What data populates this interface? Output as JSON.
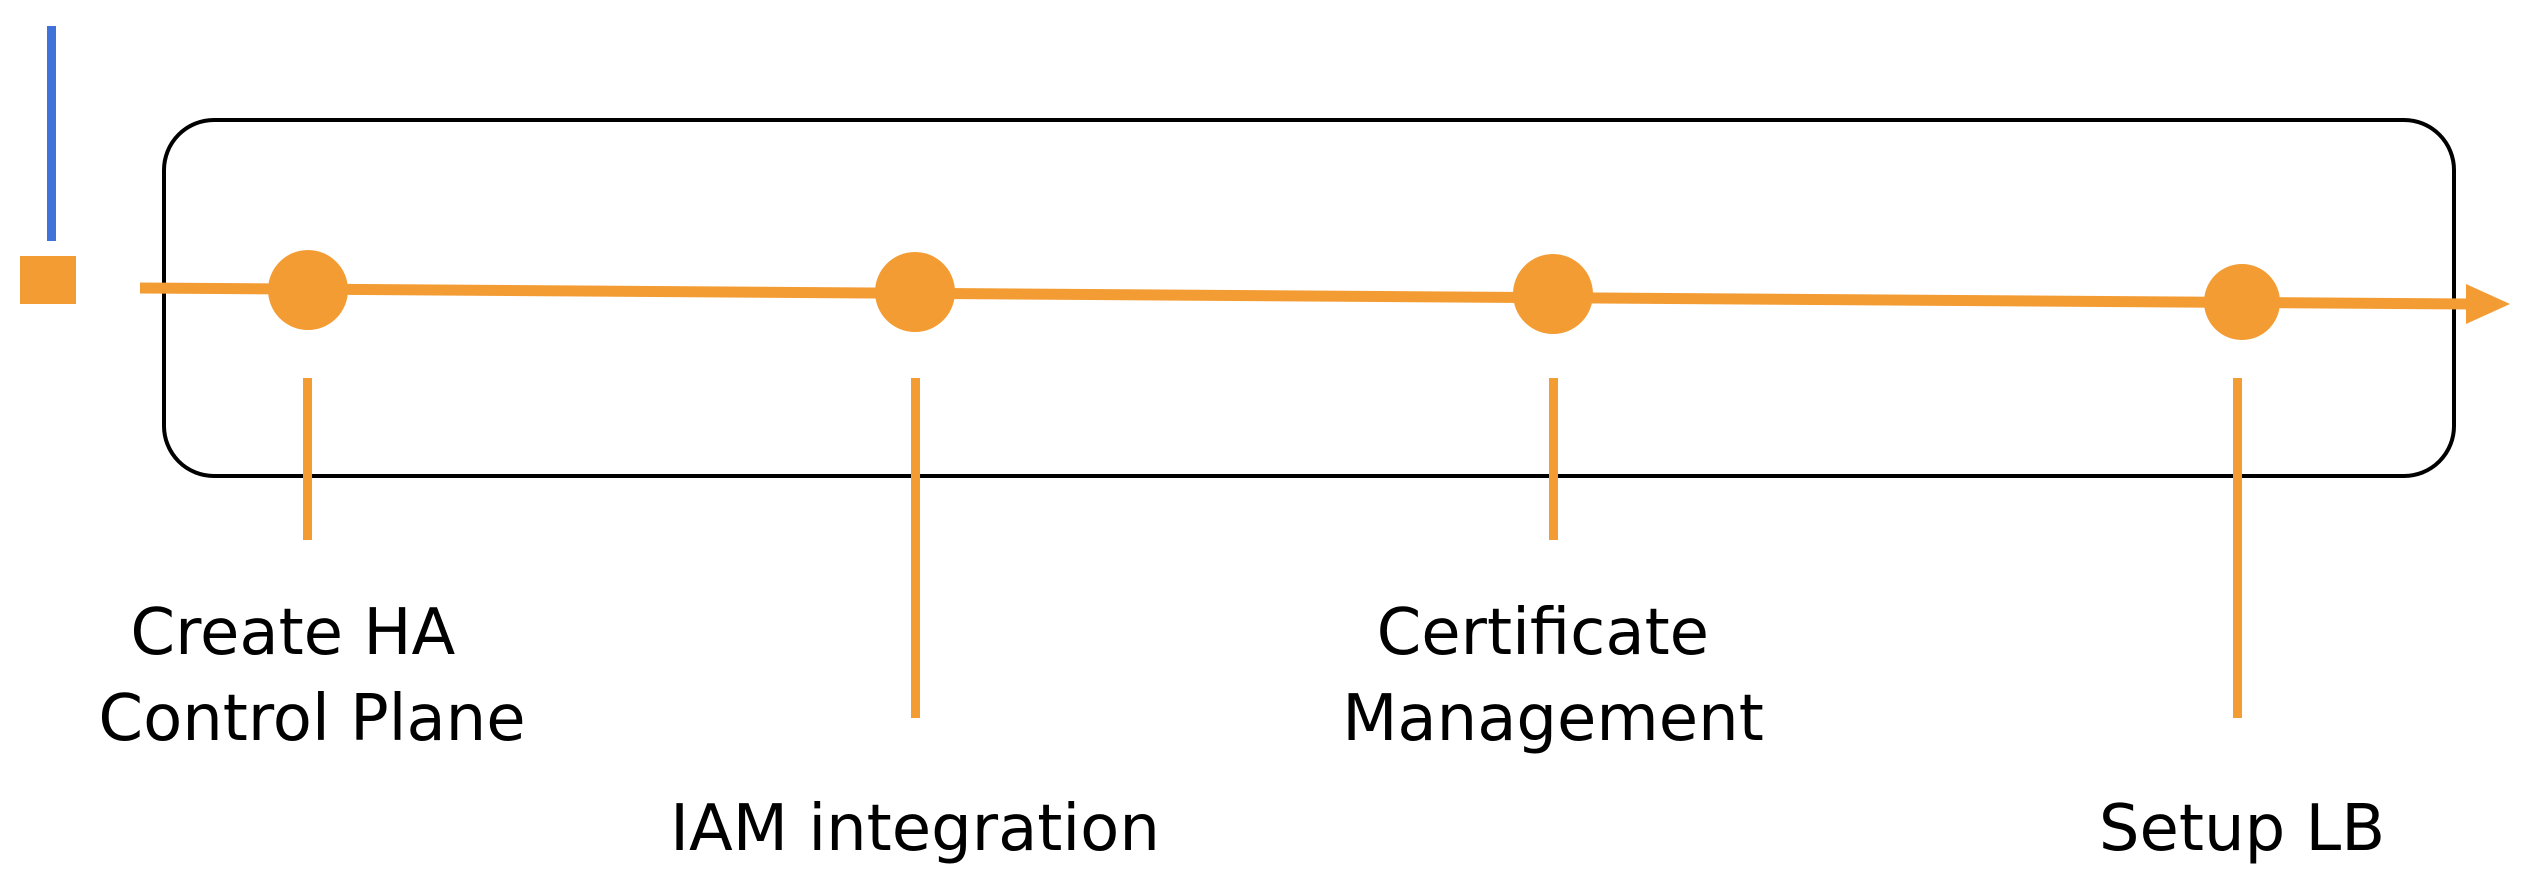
{
  "colors": {
    "timeline": "#F39C33",
    "frame": "#000000",
    "marker_blue": "#3F73D9",
    "background": "#FFFFFF"
  },
  "milestones": [
    {
      "lines": [
        "Create HA",
        "Control Plane"
      ]
    },
    {
      "lines": [
        "IAM integration"
      ]
    },
    {
      "lines": [
        "Certificate",
        "Management"
      ]
    },
    {
      "lines": [
        "Setup LB"
      ]
    }
  ]
}
